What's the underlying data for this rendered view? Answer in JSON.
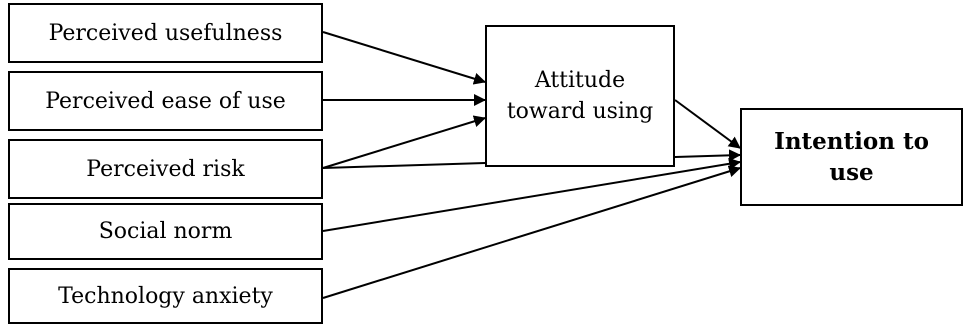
{
  "diagram": {
    "inputs": [
      {
        "id": "pu",
        "label": "Perceived usefulness"
      },
      {
        "id": "peou",
        "label": "Perceived ease of use"
      },
      {
        "id": "pr",
        "label": "Perceived risk"
      },
      {
        "id": "sn",
        "label": "Social norm"
      },
      {
        "id": "ta",
        "label": "Technology anxiety"
      }
    ],
    "attitude": {
      "label": "Attitude toward using"
    },
    "intention": {
      "label": "Intention to use"
    },
    "edges": [
      {
        "from": "pu",
        "to": "attitude"
      },
      {
        "from": "peou",
        "to": "attitude"
      },
      {
        "from": "pr",
        "to": "attitude"
      },
      {
        "from": "attitude",
        "to": "intention"
      },
      {
        "from": "pr",
        "to": "intention"
      },
      {
        "from": "sn",
        "to": "intention"
      },
      {
        "from": "ta",
        "to": "intention"
      }
    ]
  }
}
